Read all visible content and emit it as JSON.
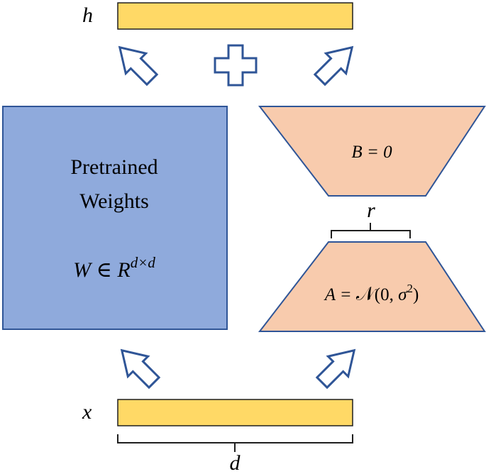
{
  "labels": {
    "h": "h",
    "x": "x",
    "d": "d",
    "r": "r",
    "pretrained_line1": "Pretrained",
    "pretrained_line2": "Weights",
    "weight_W": "W",
    "weight_in": " ∈ ",
    "weight_R": "R",
    "weight_sup": "d×d",
    "b_eq": "B = 0",
    "a_eq_left": "A = ",
    "a_eq_N": "𝒩",
    "a_eq_mid": "(0, ",
    "a_eq_sigma": "σ",
    "a_eq_sup": "2",
    "a_eq_right": ")"
  },
  "colors": {
    "vector_fill": "#FFD966",
    "vector_stroke": "#1F1F1F",
    "weights_fill": "#8FAADC",
    "weights_stroke": "#2F5597",
    "lora_fill": "#F8CBAD",
    "lora_stroke": "#2F5597",
    "arrow_stroke": "#2F5597",
    "text": "#000000"
  },
  "icons": {
    "plus": "plus-icon",
    "arrow": "hollow-arrow-icon"
  }
}
